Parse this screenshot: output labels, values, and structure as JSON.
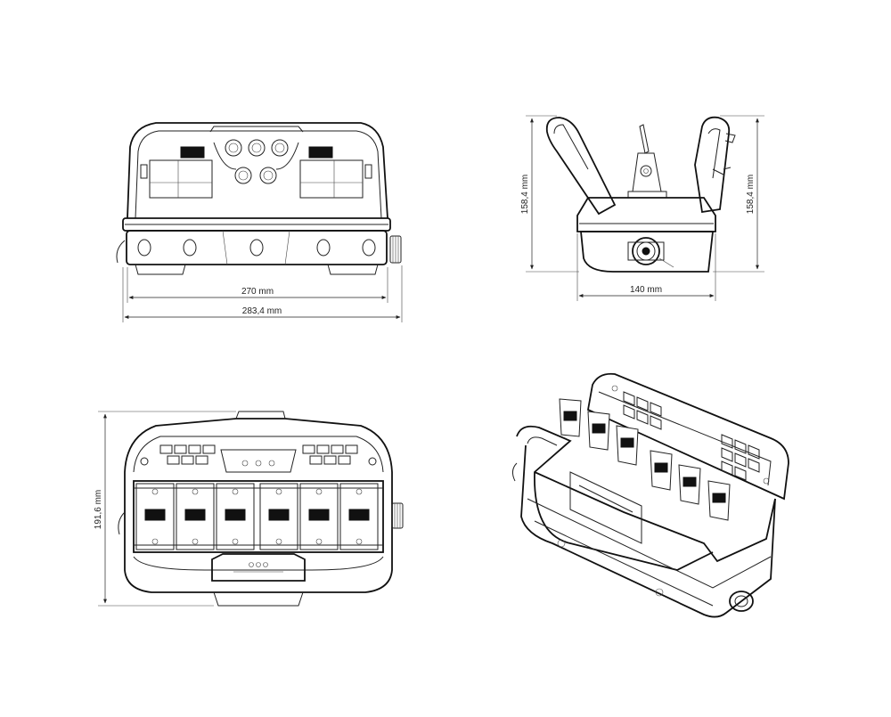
{
  "dimensions": {
    "front_inner_width": "270 mm",
    "front_overall_width": "283,4 mm",
    "side_height_left": "158,4 mm",
    "side_height_right": "158,4 mm",
    "side_width": "140 mm",
    "top_depth": "191,6 mm"
  }
}
